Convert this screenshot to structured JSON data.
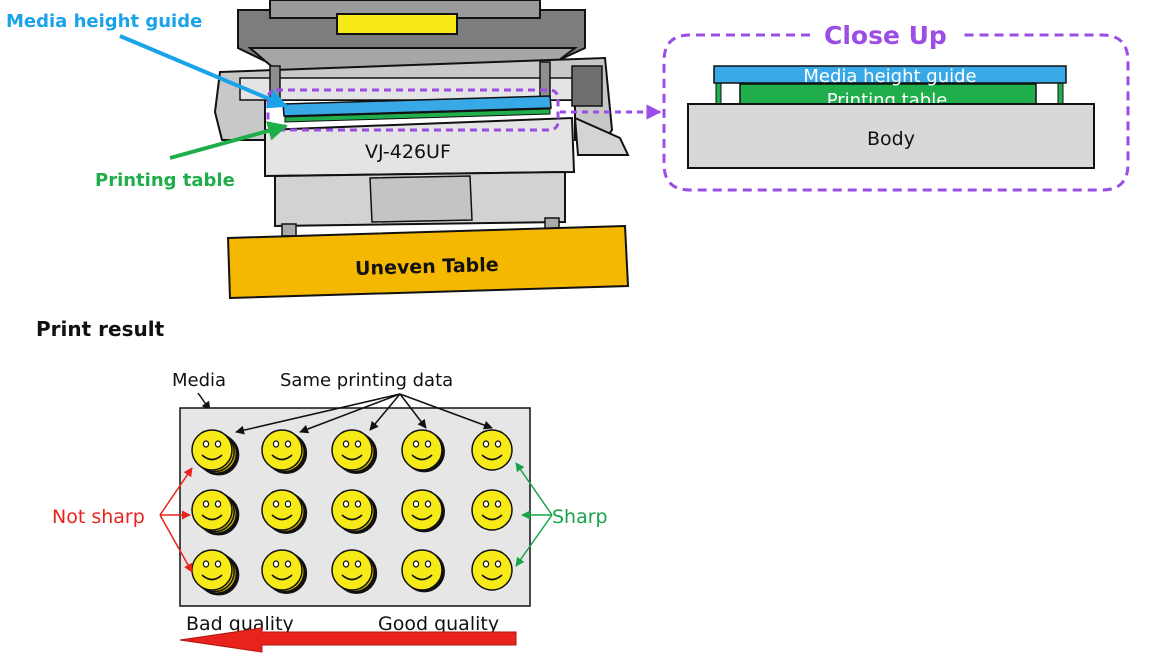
{
  "labels": {
    "media_height_guide": "Media height guide",
    "printing_table": "Printing table",
    "model": "VJ-426UF",
    "uneven_table": "Uneven Table",
    "close_up_title": "Close Up",
    "closeup_media_height_guide": "Media height guide",
    "closeup_printing_table": "Printing table",
    "closeup_body": "Body",
    "print_result": "Print result",
    "media": "Media",
    "same_printing_data": "Same printing data",
    "not_sharp": "Not sharp",
    "sharp": "Sharp",
    "bad_quality": "Bad quality",
    "good_quality": "Good quality"
  },
  "colors": {
    "cyan": "#1aa3e8",
    "blue_bar": "#39a8e6",
    "green": "#1fae4b",
    "green_text": "#16a34a",
    "purple": "#9b4de6",
    "orange": "#f5b800",
    "red": "#e8231c",
    "smiley": "#f7ea16",
    "gray_body": "#d8d8d8",
    "dark_gray": "#8c8c8c"
  },
  "smiley_grid": {
    "rows": 3,
    "cols": 5
  }
}
